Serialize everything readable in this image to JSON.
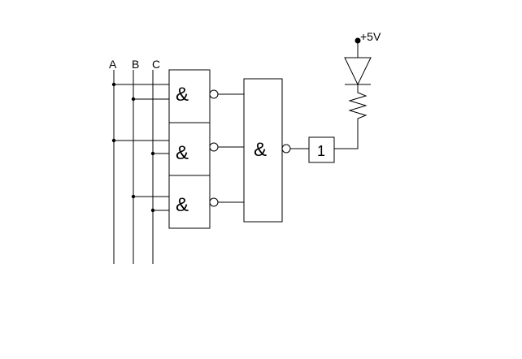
{
  "inputs": [
    "A",
    "B",
    "C"
  ],
  "nand_gates": [
    {
      "symbol": "&"
    },
    {
      "symbol": "&"
    },
    {
      "symbol": "&"
    }
  ],
  "output_nand": {
    "symbol": "&"
  },
  "buffer": {
    "symbol": "1"
  },
  "supply": {
    "label": "+5V"
  }
}
